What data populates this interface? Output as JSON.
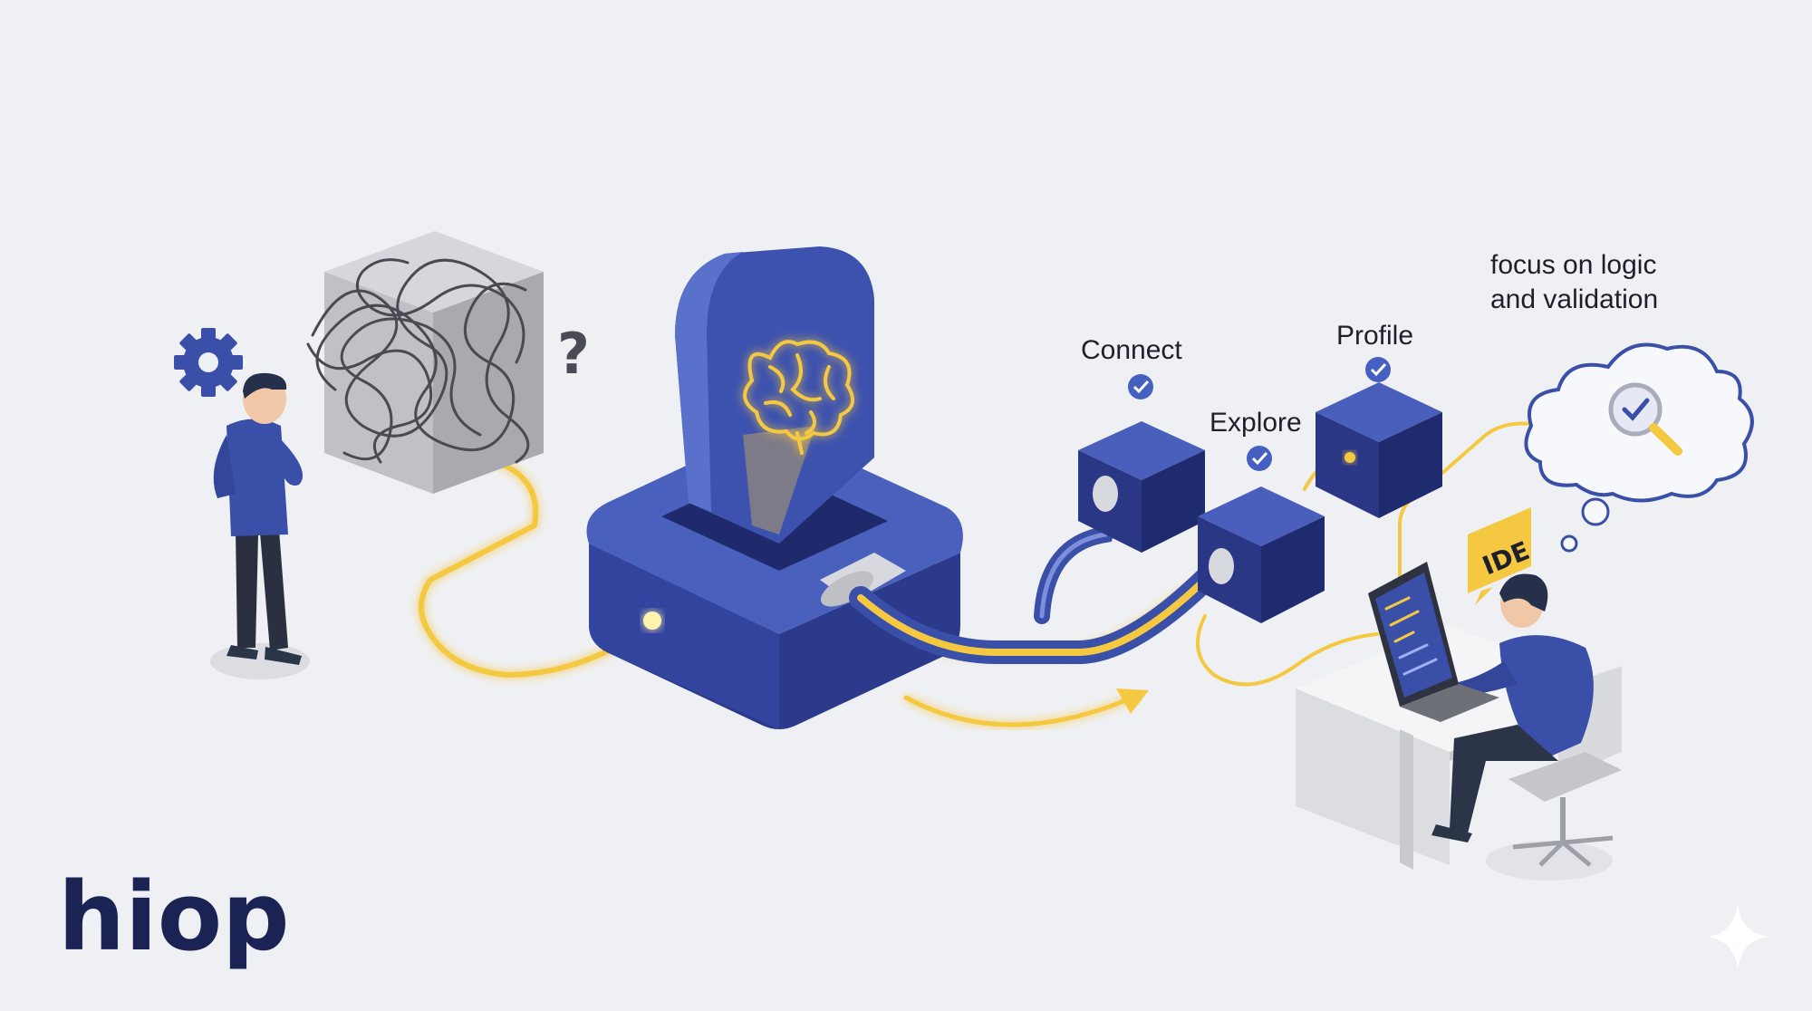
{
  "labels": {
    "connect": "Connect",
    "explore": "Explore",
    "profile": "Profile",
    "focus_line1": "focus on logic",
    "focus_line2": "and validation",
    "ide": "IDE",
    "question_mark": "?"
  },
  "brand": {
    "logo_text": "hiop"
  },
  "icons": [
    "gear-icon",
    "tangled-cube-icon",
    "brain-icon",
    "check-icon",
    "magnifier-check-icon",
    "thought-cloud-icon",
    "sparkle-icon"
  ],
  "colors": {
    "background": "#eff0f3",
    "brand_blue": "#3a4fa8",
    "dark_blue": "#28378a",
    "glow_yellow": "#f5c842",
    "text_dark": "#1d1f2b"
  }
}
